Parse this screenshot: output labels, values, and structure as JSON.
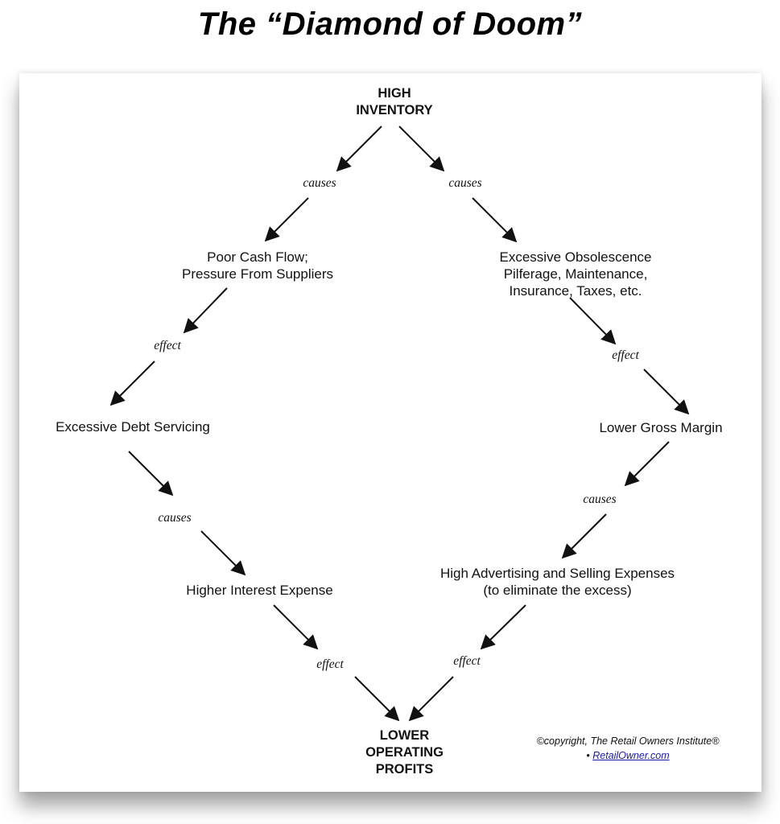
{
  "title": "The “Diamond of Doom”",
  "nodes": {
    "top": "HIGH\nINVENTORY",
    "left1": "Poor Cash Flow;\nPressure From Suppliers",
    "left2": "Excessive Debt Servicing",
    "left3": "Higher Interest Expense",
    "right1": "Excessive Obsolescence\nPilferage, Maintenance,\nInsurance, Taxes, etc.",
    "right2": "Lower Gross Margin",
    "right3": "High Advertising and Selling Expenses\n(to eliminate the excess)",
    "bottom": "LOWER\nOPERATING\nPROFITS"
  },
  "labels": {
    "l1": "causes",
    "r1": "causes",
    "l2": "effect",
    "r2": "effect",
    "l3": "causes",
    "r3": "causes",
    "l4": "effect",
    "r4": "effect"
  },
  "copyright": {
    "line1": "©copyright, The Retail Owners Institute®",
    "bullet": "• ",
    "link": "RetailOwner.com"
  }
}
